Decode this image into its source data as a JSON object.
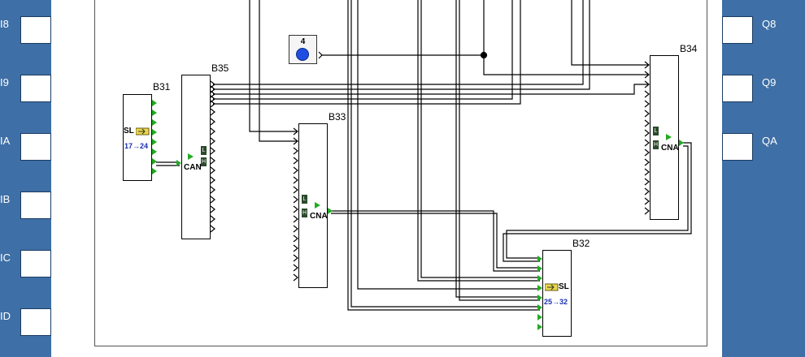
{
  "left_inputs": [
    {
      "label": "I8"
    },
    {
      "label": "I9"
    },
    {
      "label": "IA"
    },
    {
      "label": "IB"
    },
    {
      "label": "IC"
    },
    {
      "label": "ID"
    }
  ],
  "right_outputs": [
    {
      "label": "Q8"
    },
    {
      "label": "Q9"
    },
    {
      "label": "QA"
    }
  ],
  "blocks": {
    "b31": {
      "label": "B31",
      "function": "SL",
      "range": "17→24"
    },
    "b35": {
      "label": "B35",
      "function": "CAN",
      "tag_l": "L",
      "tag_h": "H"
    },
    "b33": {
      "label": "B33",
      "function": "CNA",
      "tag_l": "L",
      "tag_h": "H"
    },
    "b34": {
      "label": "B34",
      "function": "CNA",
      "tag_l": "L",
      "tag_h": "H"
    },
    "b32": {
      "label": "B32",
      "function": "SL",
      "range": "25→32"
    }
  },
  "constant": {
    "value": "4"
  },
  "colors": {
    "rail": "#3e6fa6",
    "pin": "#22aa22",
    "wire": "#000000"
  }
}
